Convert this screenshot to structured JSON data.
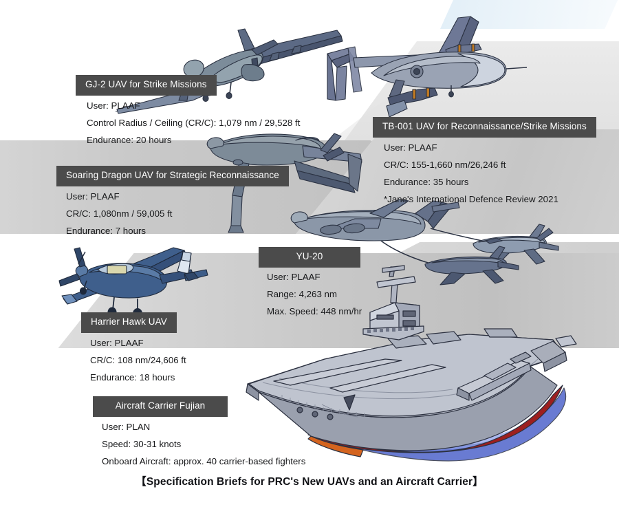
{
  "caption": "【Specification Briefs for PRC's New UAVs and an Aircraft Carrier】",
  "theme": {
    "chip_bg": "#4b4b4b",
    "chip_text": "#ffffff",
    "spec_text": "#17181a",
    "page_bg": "#ffffff",
    "band_grey": "#c4c4c4",
    "band_light": "#efefef",
    "band_blue": "#ddecf6",
    "craft_slate": "#6b7b93",
    "craft_dark_slate": "#4a5568",
    "craft_blue": "#46638f",
    "carrier_grey": "#a8abb5",
    "carrier_hull_red": "#9d1f1f",
    "sea_blue": "#4a63c8"
  },
  "entries": [
    {
      "id": "gj2",
      "chip": "GJ-2 UAV for Strike Missions",
      "specs": [
        "User: PLAAF",
        "Control Radius / Ceiling (CR/C): 1,079 nm / 29,528 ft",
        "Endurance: 20 hours"
      ],
      "art_name": "gj2-uav-illustration"
    },
    {
      "id": "tb001",
      "chip": "TB-001 UAV for Reconnaissance/Strike Missions",
      "specs": [
        "User: PLAAF",
        "CR/C: 155-1,660 nm/26,246 ft",
        "Endurance: 35 hours",
        "*Jane's International Defence Review 2021"
      ],
      "art_name": "tb001-uav-illustration"
    },
    {
      "id": "soaringdragon",
      "chip": "Soaring Dragon UAV for Strategic Reconnaissance",
      "specs": [
        "User: PLAAF",
        "CR/C: 1,080nm / 59,005 ft",
        "Endurance: 7 hours"
      ],
      "art_name": "soaring-dragon-uav-illustration"
    },
    {
      "id": "yu20",
      "chip": "YU-20",
      "specs": [
        "User: PLAAF",
        "Range: 4,263 nm",
        "Max. Speed: 448 nm/hr"
      ],
      "art_name": "yu20-tanker-illustration"
    },
    {
      "id": "harrierhawk",
      "chip": "Harrier Hawk UAV",
      "specs": [
        "User: PLAAF",
        "CR/C: 108 nm/24,606 ft",
        "Endurance: 18 hours"
      ],
      "art_name": "harrier-hawk-uav-illustration"
    },
    {
      "id": "fujian",
      "chip": "Aircraft Carrier Fujian",
      "specs": [
        "User: PLAN",
        "Speed: 30-31 knots",
        "Onboard Aircraft: approx. 40 carrier-based fighters"
      ],
      "art_name": "aircraft-carrier-fujian-illustration"
    }
  ]
}
